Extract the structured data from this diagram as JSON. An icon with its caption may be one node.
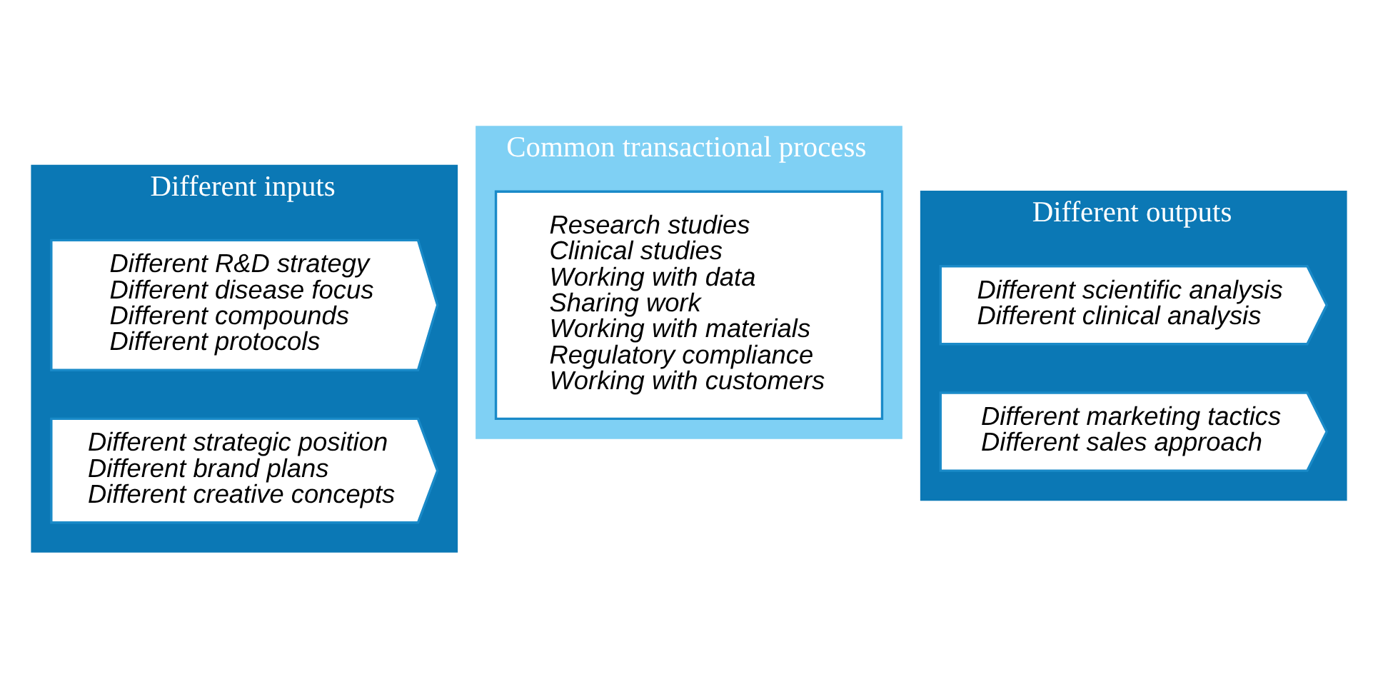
{
  "diagram": {
    "nodes": [
      {
        "text": [
          "Different inputs"
        ]
      },
      {
        "text": [
          "Different R&D strategy",
          "Different disease focus",
          "Different compounds",
          "Different protocols"
        ],
        "in": 0
      },
      {
        "text": [
          "Different strategic position",
          "Different brand plans",
          "Different creative concepts"
        ],
        "in": 0
      },
      {
        "text": [
          "Common transactional process"
        ]
      },
      {
        "text": [
          "Research studies",
          "Clinical studies",
          "Working with data",
          "Sharing work",
          "Working with materials",
          "Regulatory compliance",
          "Working with customers"
        ],
        "in": 3
      },
      {
        "text": [
          "Different outputs"
        ]
      },
      {
        "text": [
          "Different scientific analysis",
          "Different clinical analysis"
        ],
        "in": 5
      },
      {
        "text": [
          "Different marketing tactics",
          "Different sales approach"
        ],
        "in": 5
      }
    ],
    "edges": []
  }
}
